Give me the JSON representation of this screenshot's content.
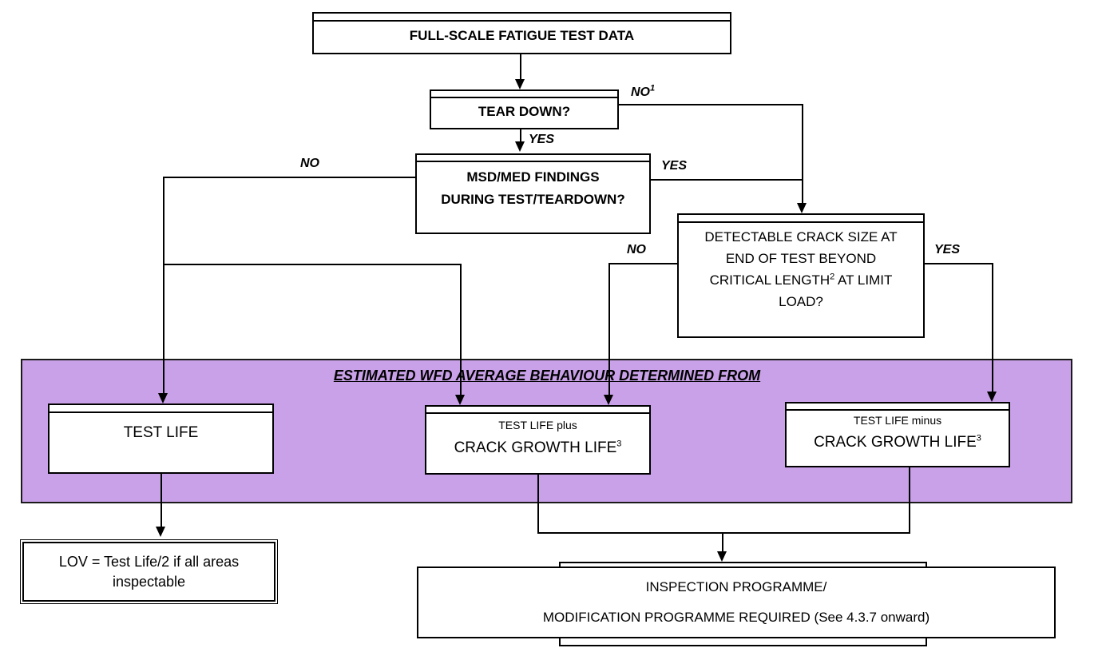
{
  "colors": {
    "band_fill": "#C9A1E8",
    "line": "#000000",
    "box_fill": "#FFFFFF",
    "text": "#000000"
  },
  "nodes": {
    "full_scale": {
      "label": "FULL-SCALE FATIGUE TEST DATA"
    },
    "tear_down": {
      "label": "TEAR DOWN?"
    },
    "msd": {
      "line1": "MSD/MED FINDINGS",
      "line2": "DURING TEST/TEARDOWN?"
    },
    "detectable": {
      "line1": "DETECTABLE CRACK SIZE AT",
      "line2": "END OF TEST BEYOND",
      "line3a": "CRITICAL LENGTH",
      "line3sup": "2",
      "line3b": " AT LIMIT",
      "line4": "LOAD?"
    },
    "band": {
      "title": "ESTIMATED WFD AVERAGE BEHAVIOUR DETERMINED FROM"
    },
    "test_life": {
      "label": "TEST LIFE"
    },
    "tl_plus": {
      "line1": "TEST LIFE plus",
      "line2": "CRACK GROWTH LIFE",
      "sup": "3"
    },
    "tl_minus": {
      "line1": "TEST LIFE minus",
      "line2": "CRACK GROWTH LIFE",
      "sup": "3"
    },
    "lov": {
      "line1": "LOV = Test Life/2 if all areas",
      "line2": "inspectable"
    },
    "inspection": {
      "line1": "INSPECTION PROGRAMME/",
      "line2": "MODIFICATION PROGRAMME REQUIRED (See 4.3.7 onward)"
    }
  },
  "labels": {
    "tear_down_no": "NO",
    "tear_down_no_sup": "1",
    "tear_down_yes": "YES",
    "msd_no": "NO",
    "msd_yes": "YES",
    "detectable_no": "NO",
    "detectable_yes": "YES"
  }
}
